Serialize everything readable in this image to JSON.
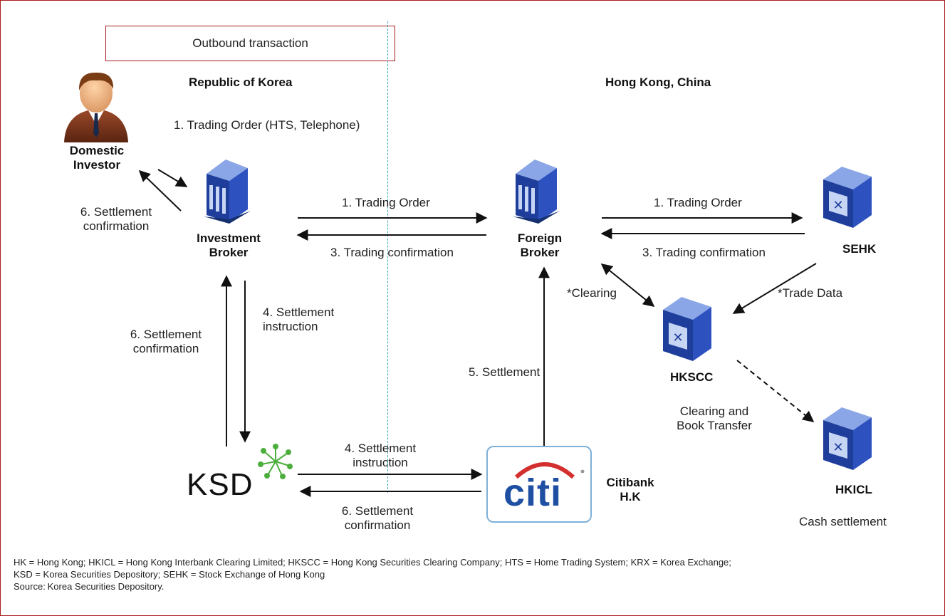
{
  "header": {
    "outbound": "Outbound transaction",
    "region_left": "Republic of Korea",
    "region_right": "Hong Kong, China"
  },
  "nodes": {
    "domestic_investor": [
      "Domestic",
      "Investor"
    ],
    "investment_broker": [
      "Investment",
      "Broker"
    ],
    "foreign_broker": [
      "Foreign",
      "Broker"
    ],
    "sehk": "SEHK",
    "hkscc": "HKSCC",
    "hkicl": "HKICL",
    "ksd": "KSD",
    "citi_logo": "citi",
    "citibank": [
      "Citibank",
      "H.K"
    ]
  },
  "labels": {
    "trading_order_hts": "1. Trading Order (HTS, Telephone)",
    "settlement_conf_investor": [
      "6. Settlement",
      "confirmation"
    ],
    "trading_order_ib_fb": "1. Trading Order",
    "trading_conf_fb_ib": "3. Trading confirmation",
    "trading_order_fb_sehk": "1. Trading Order",
    "trading_conf_sehk_fb": "3. Trading confirmation",
    "clearing": "*Clearing",
    "trade_data": "*Trade Data",
    "settlement_conf_ksd_ib": [
      "6. Settlement",
      "confirmation"
    ],
    "settlement_instr_ib_ksd": [
      "4. Settlement",
      "instruction"
    ],
    "settlement_citi_fb": "5. Settlement",
    "clearing_book": [
      "Clearing and",
      "Book Transfer"
    ],
    "settlement_instr_ksd_citi": [
      "4. Settlement",
      "instruction"
    ],
    "settlement_conf_citi_ksd": [
      "6. Settlement",
      "confirmation"
    ],
    "cash_settlement": "Cash settlement"
  },
  "footer": {
    "abbrev_line1": "HK = Hong Kong; HKICL = Hong Kong Interbank Clearing Limited; HKSCC = Hong Kong Securities Clearing Company; HTS = Home Trading System; KRX = Korea Exchange;",
    "abbrev_line2": "KSD = Korea Securities Depository; SEHK = Stock Exchange of Hong Kong",
    "source_label": "Source:",
    "source_text": "Korea Securities Depository."
  },
  "colors": {
    "frame": "#a61c1c",
    "building_face": "#1f3e9c",
    "building_light": "#8aa6e6",
    "divider": "#3aa3b8",
    "citi_blue": "#1f4fa3",
    "citi_arc": "#d32f2f",
    "ksd_green": "#4cae3c"
  },
  "icons": {
    "investor": "businessman-icon",
    "broker": "bank-building-icon",
    "exchange": "exchange-building-icon"
  }
}
